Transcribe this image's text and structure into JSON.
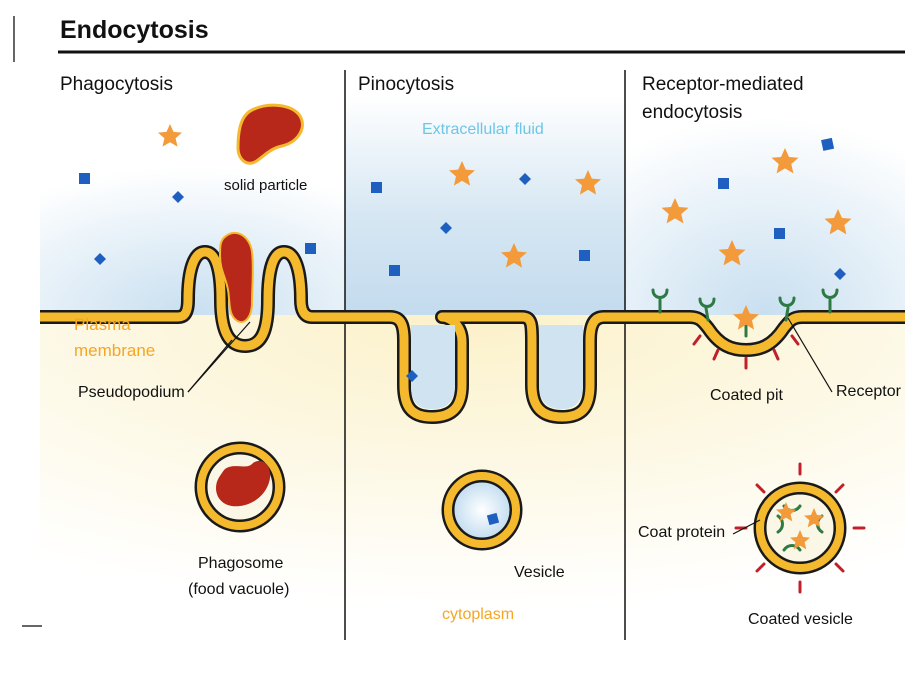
{
  "title": "Endocytosis",
  "panels": {
    "phagocytosis": {
      "heading": "Phagocytosis",
      "solid_particle": "solid particle",
      "plasma_membrane_line1": "Plasma",
      "plasma_membrane_line2": "membrane",
      "pseudopodium": "Pseudopodium",
      "phagosome_line1": "Phagosome",
      "phagosome_line2": "(food vacuole)"
    },
    "pinocytosis": {
      "heading": "Pinocytosis",
      "extracellular_fluid": "Extracellular fluid",
      "vesicle": "Vesicle",
      "cytoplasm": "cytoplasm"
    },
    "receptor_mediated": {
      "heading_line1": "Receptor-mediated",
      "heading_line2": "endocytosis",
      "coated_pit": "Coated pit",
      "receptor": "Receptor",
      "coat_protein": "Coat protein",
      "coated_vesicle": "Coated vesicle"
    }
  },
  "colors": {
    "membrane_fill": "#f5b92e",
    "membrane_outline": "#1a1a1a",
    "particle": "#b8281a",
    "particle_outline": "#f5b92e",
    "star": "#f39a3a",
    "ion": "#1f5fbf",
    "receptor": "#2e7a45",
    "coat_protein": "#c0202a",
    "extracellular_text": "#6ec6e6",
    "label_orange": "#f5a623",
    "extracellular_bg": "#cfe3f0",
    "cytoplasm_bg": "#fbf3d4"
  },
  "icons": [
    "star-icon",
    "square-molecule-icon",
    "diamond-molecule-icon",
    "receptor-icon",
    "coat-protein-icon"
  ]
}
